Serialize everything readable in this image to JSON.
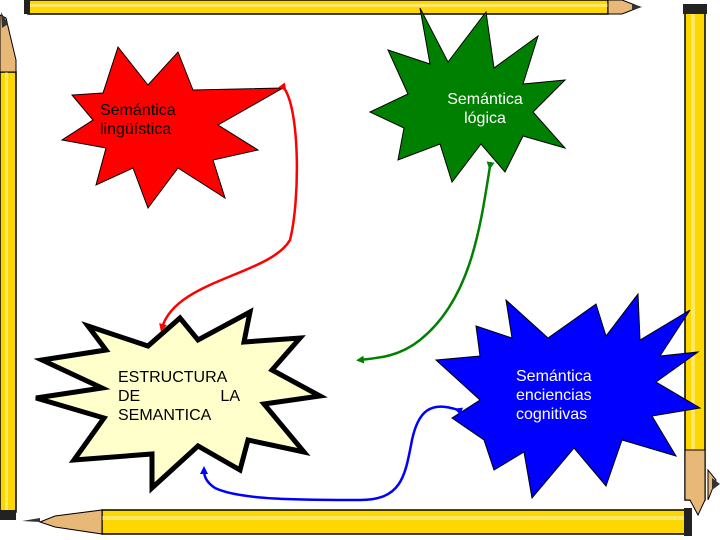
{
  "diagram": {
    "nodes": [
      {
        "id": "red",
        "lines": [
          "Semántica",
          "lingüística"
        ],
        "color": "#ff0000"
      },
      {
        "id": "green",
        "lines": [
          "Semántica",
          "lógica"
        ],
        "color": "#008000"
      },
      {
        "id": "yellow",
        "lines": [
          "ESTRUCTURA",
          "DE LA",
          "SEMANTICA"
        ],
        "color": "#ffffcc"
      },
      {
        "id": "blue",
        "lines": [
          "Semántica",
          "enciencias",
          "cognitivas"
        ],
        "color": "#0000ff"
      }
    ],
    "connectors": [
      {
        "from": "red",
        "to": "yellow",
        "color": "#ff0000"
      },
      {
        "from": "green",
        "to": "yellow",
        "color": "#008000"
      },
      {
        "from": "blue",
        "to": "yellow",
        "color": "#0000ff"
      }
    ],
    "frame": {
      "pencil_color": "#ffd700",
      "wood_color": "#e8b878",
      "lead_color": "#333333"
    }
  }
}
